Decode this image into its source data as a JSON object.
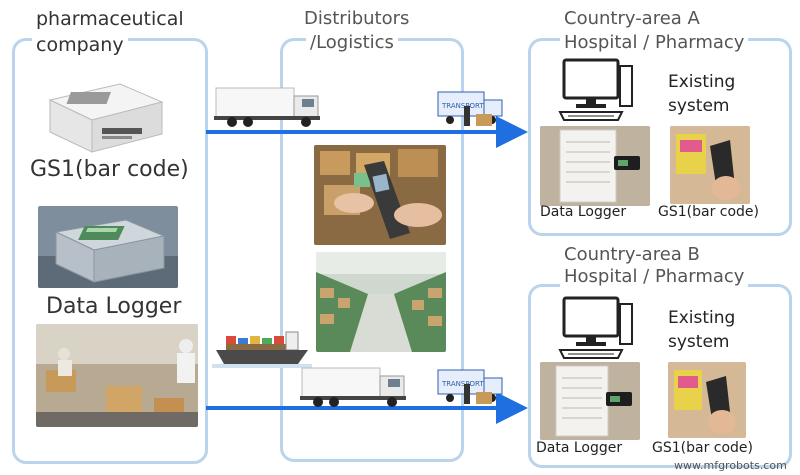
{
  "columns": {
    "manufacturer": {
      "title_line1": "pharmaceutical",
      "title_line2": "company",
      "barcode_caption": "GS1(bar code)",
      "logger_caption": "Data Logger"
    },
    "distribution": {
      "title_line1": "Distributors",
      "title_line2": "/Logistics"
    },
    "destinations": [
      {
        "title_line1": "Country-area A",
        "title_line2": "Hospital / Pharmacy",
        "existing_line1": "Existing",
        "existing_line2": "system",
        "logger_caption": "Data Logger",
        "barcode_caption": "GS1(bar code)"
      },
      {
        "title_line1": "Country-area B",
        "title_line2": "Hospital / Pharmacy",
        "existing_line1": "Existing",
        "existing_line2": "system",
        "logger_caption": "Data Logger",
        "barcode_caption": "GS1(bar code)"
      }
    ]
  },
  "vehicles": {
    "van_text": "TRANSPORT"
  },
  "watermark": "www.mfgrobots.com",
  "colors": {
    "panel_border": "#b9d4ec",
    "arrow": "#1f6fe0",
    "label_text": "#333333",
    "watermark": "#555555"
  }
}
